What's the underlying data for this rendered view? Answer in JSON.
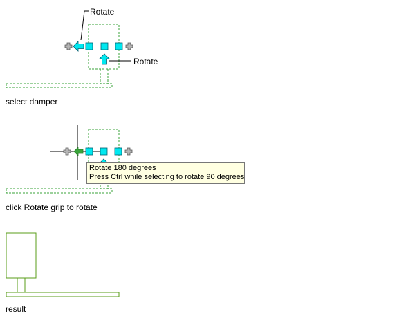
{
  "labels": {
    "rotate_top": "Rotate",
    "rotate_right": "Rotate",
    "step1_caption": "select damper",
    "step2_caption": "click Rotate grip to rotate",
    "step3_caption": "result"
  },
  "tooltip": {
    "line1": "Rotate 180 degrees",
    "line2": "Press Ctrl while selecting to rotate 90 degrees"
  },
  "colors": {
    "dashed_outline": "#3aa33a",
    "solid_outline": "#5a9e1a",
    "grip_fill": "#00e8f0",
    "grip_stroke": "#006070",
    "plus_grip": "#8c8c8c",
    "tooltip_bg": "#ffffe1"
  }
}
